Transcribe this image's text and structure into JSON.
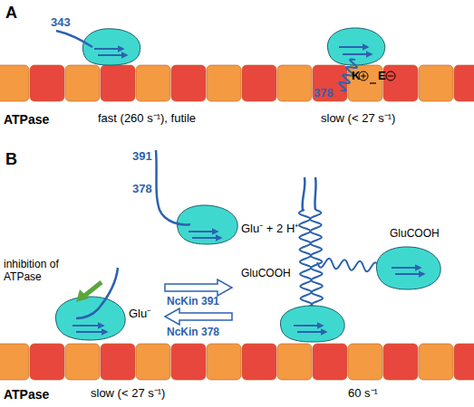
{
  "diagram": {
    "labels": [
      "A",
      "343",
      "378",
      "K",
      "E",
      "ATPase",
      "fast (260 s⁻¹), futile",
      "slow (< 27 s⁻¹)",
      "B",
      "391",
      "378",
      "Glu⁻ + 2 H⁺",
      "inhibition of ATPase",
      "Glu⁻",
      "NcKin 391",
      "NcKin 378",
      "GluCOOH",
      "GluCOOH",
      "ATPase",
      "slow (< 27 s⁻¹)",
      "60 s⁻¹"
    ]
  }
}
